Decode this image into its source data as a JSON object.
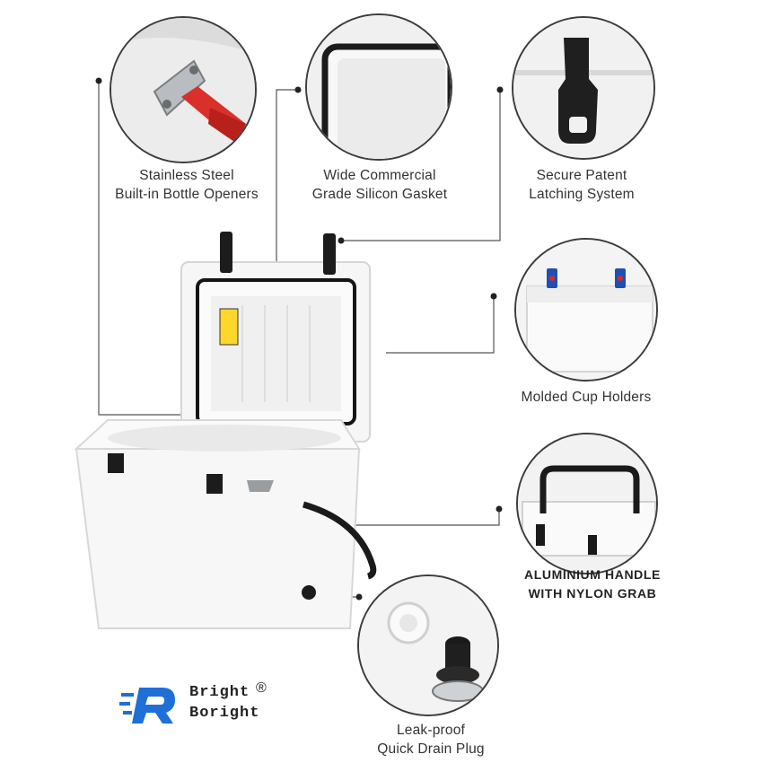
{
  "features": [
    {
      "line1": "Stainless Steel",
      "line2": "Built-in Bottle Openers"
    },
    {
      "line1": "Wide Commercial",
      "line2": "Grade Silicon Gasket"
    },
    {
      "line1": "Secure Patent",
      "line2": "Latching System"
    },
    {
      "line1": "Molded Cup Holders"
    },
    {
      "line1": "ALUMINIUM HANDLE",
      "line2": "WITH NYLON GRAB"
    },
    {
      "line1": "Leak-proof",
      "line2": "Quick Drain Plug"
    }
  ],
  "brand": {
    "line1": "Bright",
    "line2": "Boright",
    "mark": "®"
  },
  "colors": {
    "accent_blue": "#1f6fd6",
    "outline": "#3c3c3c",
    "cooler_white": "#f7f7f7"
  }
}
